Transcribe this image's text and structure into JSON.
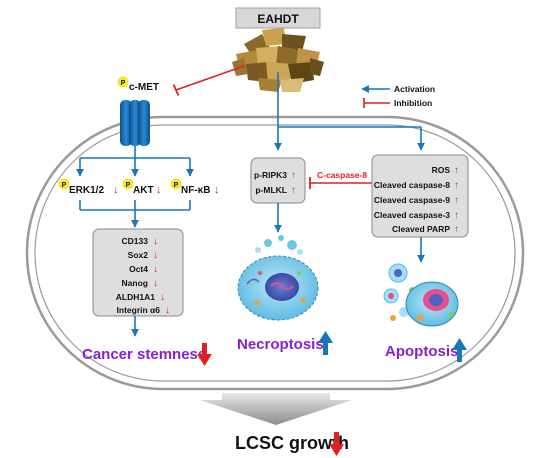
{
  "title": "EAHDT",
  "legend": {
    "activation": "Activation",
    "inhibition": "Inhibition"
  },
  "receptor": {
    "label": "c-MET",
    "p": "P"
  },
  "stemness_pathway": {
    "kinases": [
      {
        "label": "ERK1/2",
        "p": "P",
        "change": "down"
      },
      {
        "label": "AKT",
        "p": "P",
        "change": "down"
      },
      {
        "label": "NF-κB",
        "p": "P",
        "change": "down"
      }
    ],
    "markers": [
      {
        "label": "CD133",
        "change": "down"
      },
      {
        "label": "Sox2",
        "change": "down"
      },
      {
        "label": "Oct4",
        "change": "down"
      },
      {
        "label": "Nanog",
        "change": "down"
      },
      {
        "label": "ALDH1A1",
        "change": "down"
      },
      {
        "label": "Integrin α6",
        "change": "down"
      }
    ],
    "outcome": "Cancer stemness"
  },
  "necroptosis_pathway": {
    "markers": [
      {
        "label": "p-RIPK3",
        "change": "up"
      },
      {
        "label": "p-MLKL",
        "change": "up"
      }
    ],
    "inhibitor": "C-caspase-8",
    "outcome": "Necroptosis"
  },
  "apoptosis_pathway": {
    "markers": [
      {
        "label": "ROS",
        "change": "up"
      },
      {
        "label": "Cleaved caspase-8",
        "change": "up"
      },
      {
        "label": "Cleaved caspase-9",
        "change": "up"
      },
      {
        "label": "Cleaved caspase-3",
        "change": "up"
      },
      {
        "label": "Cleaved PARP",
        "change": "up"
      }
    ],
    "outcome": "Apoptosis"
  },
  "final": "LCSC growth",
  "colors": {
    "activation": "#1a76b8",
    "inhibition": "#e02020",
    "down_arrow": "#e02020",
    "up_arrow": "#1a76b8",
    "outcome_text": "#8a1fd0",
    "box_fill": "#dedede",
    "phospho_circle": "#f5ea1e",
    "membrane": "#9a9a9a"
  }
}
